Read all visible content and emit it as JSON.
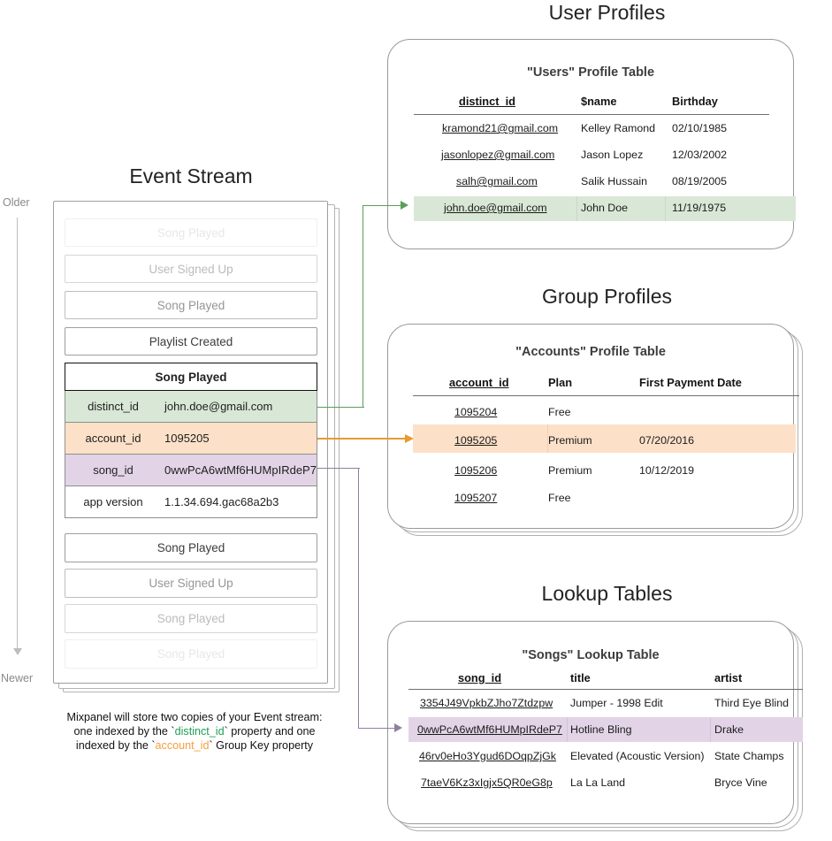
{
  "sections": {
    "event_stream_title": "Event Stream",
    "user_profiles_title": "User Profiles",
    "group_profiles_title": "Group Profiles",
    "lookup_tables_title": "Lookup Tables"
  },
  "timeline": {
    "older_label": "Older",
    "newer_label": "Newer"
  },
  "event_stream": {
    "events_above": [
      {
        "label": "Song Played"
      },
      {
        "label": "User Signed Up"
      },
      {
        "label": "Song Played"
      },
      {
        "label": "Playlist Created"
      }
    ],
    "selected_event": {
      "name": "Song Played",
      "properties": [
        {
          "key": "distinct_id",
          "value": "john.doe@gmail.com",
          "color": "#d9e8d6"
        },
        {
          "key": "account_id",
          "value": "1095205",
          "color": "#fce1c8"
        },
        {
          "key": "song_id",
          "value": "0wwPcA6wtMf6HUMpIRdeP7",
          "color": "#e2d4e6"
        },
        {
          "key": "app version",
          "value": "1.1.34.694.gac68a2b3",
          "color": "#ffffff"
        }
      ]
    },
    "events_below": [
      {
        "label": "Song Played"
      },
      {
        "label": "User Signed Up"
      },
      {
        "label": "Song Played"
      },
      {
        "label": "Song Played"
      }
    ]
  },
  "caption": {
    "line1": "Mixpanel will store two copies of your Event stream:",
    "line2_a": "one indexed by the `",
    "line2_kw": "distinct_id",
    "line2_b": "` property and one",
    "line3_a": "indexed by the `",
    "line3_kw": "account_id",
    "line3_b": "` Group Key property"
  },
  "users_table": {
    "title": "\"Users\" Profile Table",
    "columns": [
      "distinct_id",
      "$name",
      "Birthday"
    ],
    "rows": [
      {
        "distinct_id": "kramond21@gmail.com",
        "name": "Kelley Ramond",
        "birthday": "02/10/1985",
        "highlight": false
      },
      {
        "distinct_id": "jasonlopez@gmail.com",
        "name": "Jason Lopez",
        "birthday": "12/03/2002",
        "highlight": false
      },
      {
        "distinct_id": "salh@gmail.com",
        "name": "Salik Hussain",
        "birthday": "08/19/2005",
        "highlight": false
      },
      {
        "distinct_id": "john.doe@gmail.com",
        "name": "John Doe",
        "birthday": "11/19/1975",
        "highlight": true
      }
    ],
    "highlight_color": "#d9e8d6"
  },
  "accounts_table": {
    "title": "\"Accounts\" Profile Table",
    "columns": [
      "account_id",
      "Plan",
      "First Payment Date"
    ],
    "rows": [
      {
        "account_id": "1095204",
        "plan": "Free",
        "first_payment_date": "",
        "highlight": false
      },
      {
        "account_id": "1095205",
        "plan": "Premium",
        "first_payment_date": "07/20/2016",
        "highlight": true
      },
      {
        "account_id": "1095206",
        "plan": "Premium",
        "first_payment_date": "10/12/2019",
        "highlight": false
      },
      {
        "account_id": "1095207",
        "plan": "Free",
        "first_payment_date": "",
        "highlight": false
      }
    ],
    "highlight_color": "#fce1c8"
  },
  "songs_table": {
    "title": "\"Songs\" Lookup Table",
    "columns": [
      "song_id",
      "title",
      "artist"
    ],
    "rows": [
      {
        "song_id": "3354J49VpkbZJho7Ztdzpw",
        "title": "Jumper - 1998 Edit",
        "artist": "Third Eye Blind",
        "highlight": false
      },
      {
        "song_id": "0wwPcA6wtMf6HUMpIRdeP7",
        "title": "Hotline Bling",
        "artist": "Drake",
        "highlight": true
      },
      {
        "song_id": "46rv0eHo3Ygud6DOqpZjGk",
        "title": "Elevated (Acoustic Version)",
        "artist": "State Champs",
        "highlight": false
      },
      {
        "song_id": "7taeV6Kz3xIgjx5QR0eG8p",
        "title": "La La Land",
        "artist": "Bryce Vine",
        "highlight": false
      }
    ],
    "highlight_color": "#e2d4e6"
  },
  "connectors": {
    "distinct_id_color": "#5a9e5a",
    "account_id_color": "#e89a30",
    "song_id_color": "#8f7f9e"
  }
}
